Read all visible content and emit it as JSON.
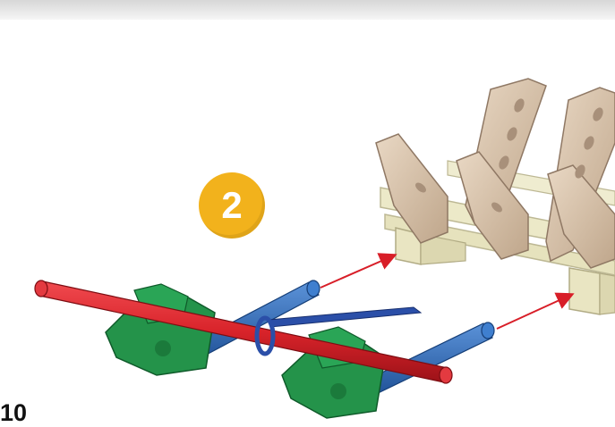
{
  "step": {
    "number": "2"
  },
  "page": {
    "number": "10"
  },
  "colors": {
    "badge": "#f2b21c",
    "rod_red": "#d8232a",
    "rod_blue": "#2a68b8",
    "connector_green": "#1f8a3c",
    "frame_tan": "#d9c3aa",
    "frame_cream": "#ece9c8",
    "arrow_red": "#d81e28"
  },
  "icons": [
    "step-number-badge",
    "assembly-arrow",
    "rod",
    "connector"
  ]
}
